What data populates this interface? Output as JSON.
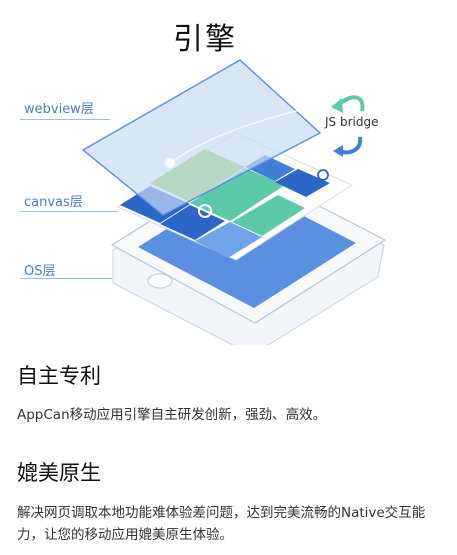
{
  "title": "引擎",
  "diagram": {
    "layers": [
      {
        "id": "webview",
        "label": "webview层"
      },
      {
        "id": "canvas",
        "label": "canvas层"
      },
      {
        "id": "os",
        "label": "OS层"
      }
    ],
    "bridge_label": "JS bridge",
    "colors": {
      "webview_layer": "#c9dbf3",
      "phone_screen": "#5b8fe0",
      "accent_green": "#5cc9a8",
      "label_blue": "#4a7fc4"
    }
  },
  "sections": [
    {
      "title": "自主专利",
      "text": "AppCan移动应用引擎自主研发创新，强劲、高效。"
    },
    {
      "title": "媲美原生",
      "text": "解决网页调取本地功能难体验差问题，达到完美流畅的Native交互能力，让您的移动应用媲美原生体验。"
    }
  ]
}
